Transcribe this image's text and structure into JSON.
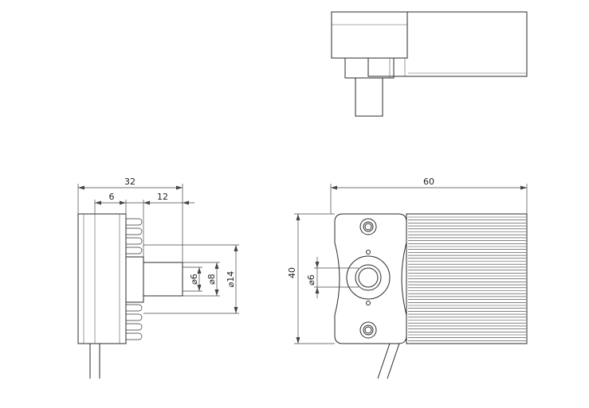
{
  "dimensions": {
    "side_total_width": "32",
    "side_flange_width": "6",
    "side_shaft_length": "12",
    "shaft_inner_dia": "⌀6",
    "shaft_mid_dia": "⌀8",
    "shaft_outer_dia": "⌀14",
    "front_height": "40",
    "front_shaft_dia": "⌀6",
    "front_total_width": "60"
  },
  "colors": {
    "line": "#2a2a2a",
    "background": "#ffffff"
  }
}
